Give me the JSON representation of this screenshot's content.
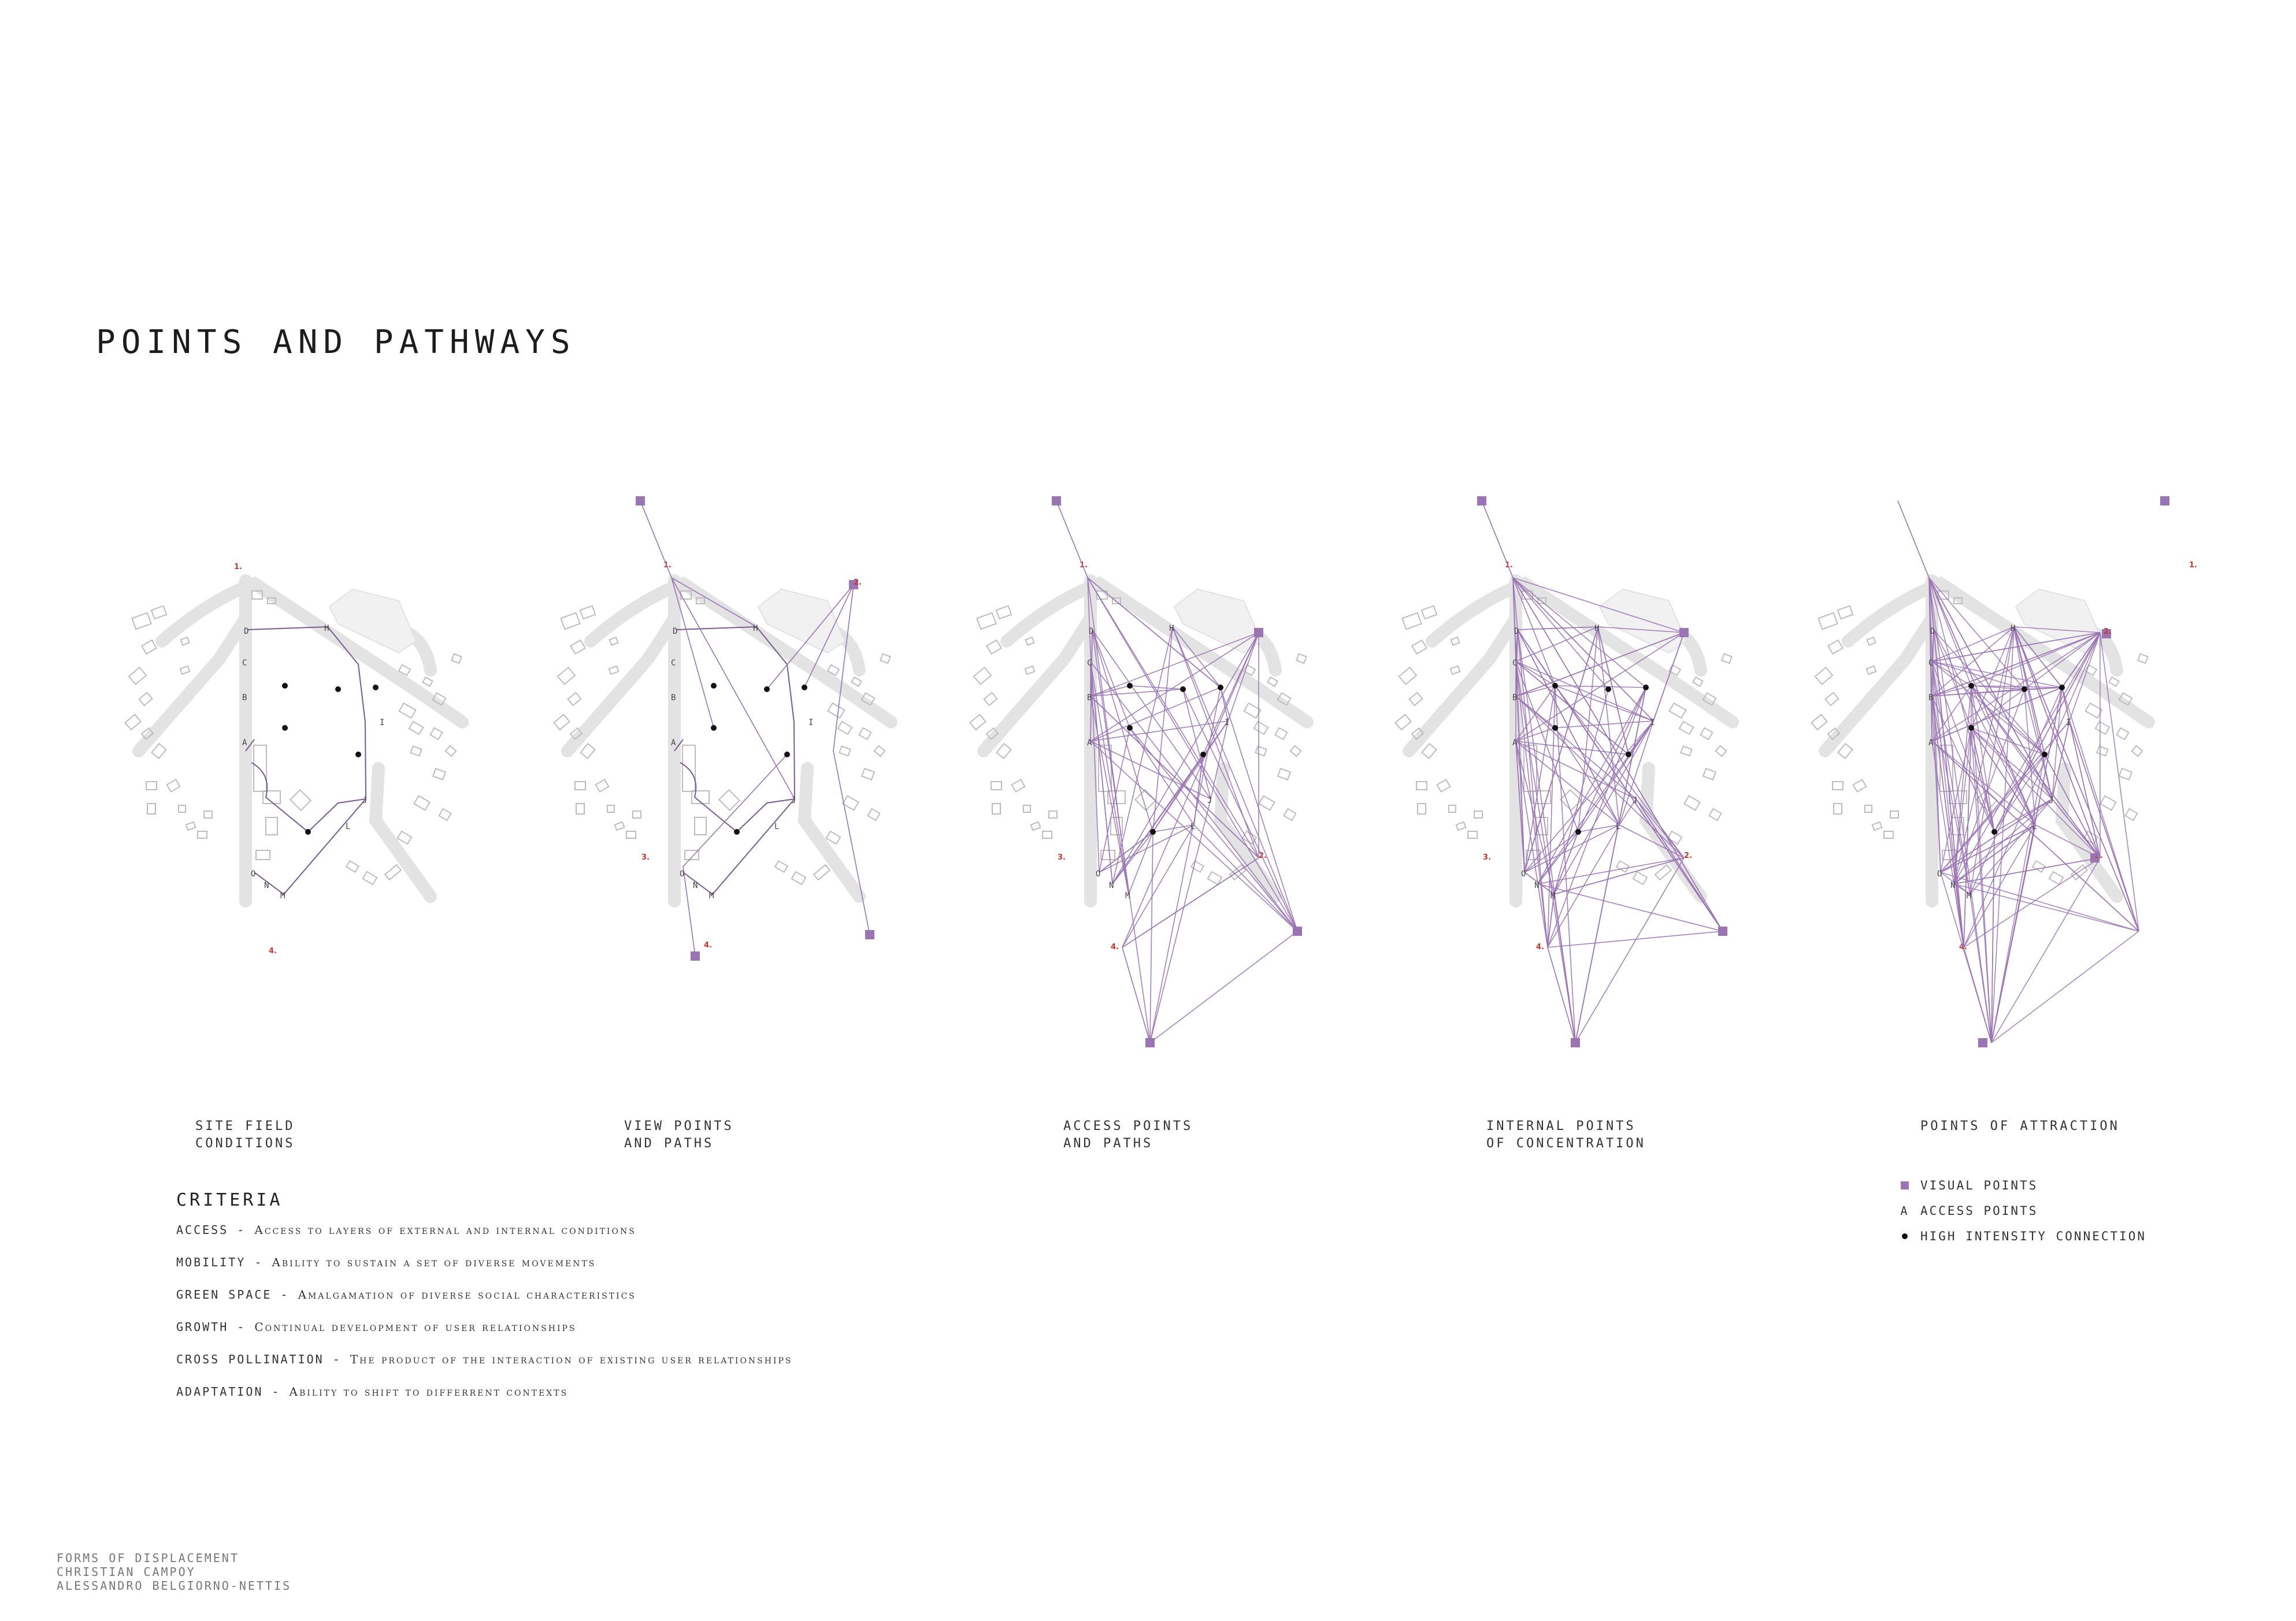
{
  "title": "POINTS AND PATHWAYS",
  "panels": [
    {
      "caption_line1": "SITE FIELD",
      "caption_line2": "CONDITIONS"
    },
    {
      "caption_line1": "VIEW POINTS",
      "caption_line2": "AND PATHS"
    },
    {
      "caption_line1": "ACCESS POINTS",
      "caption_line2": "AND PATHS"
    },
    {
      "caption_line1": "INTERNAL POINTS",
      "caption_line2": "OF CONCENTRATION"
    },
    {
      "caption_line1": "POINTS OF ATTRACTION",
      "caption_line2": ""
    }
  ],
  "criteria": {
    "heading": "CRITERIA",
    "items": [
      {
        "term": "ACCESS",
        "desc": "Access to layers of external and internal conditions"
      },
      {
        "term": "MOBILITY",
        "desc": "Ability to sustain a set of diverse movements"
      },
      {
        "term": "GREEN SPACE",
        "desc": "Amalgamation of diverse social characteristics"
      },
      {
        "term": "GROWTH",
        "desc": "Continual development of user relationships"
      },
      {
        "term": "CROSS POLLINATION",
        "desc": "The product of the interaction of existing user relationships"
      },
      {
        "term": "ADAPTATION",
        "desc": "Ability to shift to differrent contexts"
      }
    ]
  },
  "legend": {
    "visual": "VISUAL POINTS",
    "access_letter": "A",
    "access": "ACCESS POINTS",
    "high": "HIGH INTENSITY CONNECTION"
  },
  "map_labels": {
    "access_letters": [
      "A",
      "B",
      "C",
      "D",
      "H",
      "I",
      "J",
      "L",
      "M",
      "N",
      "O"
    ],
    "view_numbers": [
      "1.",
      "2.",
      "3.",
      "4."
    ]
  },
  "credits": [
    "FORMS OF DISPLACEMENT",
    "CHRISTIAN CAMPOY",
    "ALESSANDRO BELGIORNO-NETTIS"
  ],
  "colors": {
    "purple": "#9a74b3",
    "road": "#e3e3e3",
    "building": "#bdbdbd",
    "red": "#c0392b"
  }
}
